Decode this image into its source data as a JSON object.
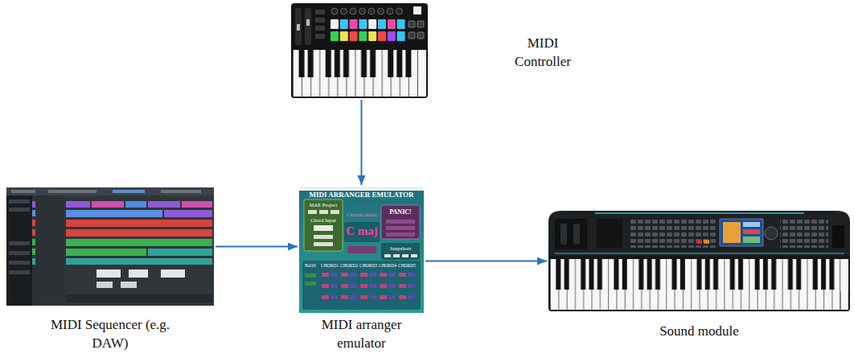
{
  "diagram": {
    "nodes": [
      {
        "text": [
          "MIDI Controller"
        ]
      },
      {
        "text": [
          "MIDI Sequencer (e.g. DAW)"
        ]
      },
      {
        "text": [
          "MIDI arranger emulator"
        ]
      },
      {
        "text": [
          "Sound module"
        ]
      }
    ],
    "edges": [
      {
        "from": 0,
        "to": 2,
        "arrow": "to"
      },
      {
        "from": 1,
        "to": 2,
        "arrow": "to"
      },
      {
        "from": 2,
        "to": 3,
        "arrow": "to"
      }
    ],
    "labels": [
      "MIDI ARRANGER EMULATOR",
      "MAE Project",
      "Chord Input",
      "Current chord:",
      "C maj",
      "PANIC!",
      "Snapshots",
      "BASS",
      "CHORD1",
      "CHORD2",
      "CHORD3",
      "CHORD4",
      "CHORD5"
    ]
  }
}
